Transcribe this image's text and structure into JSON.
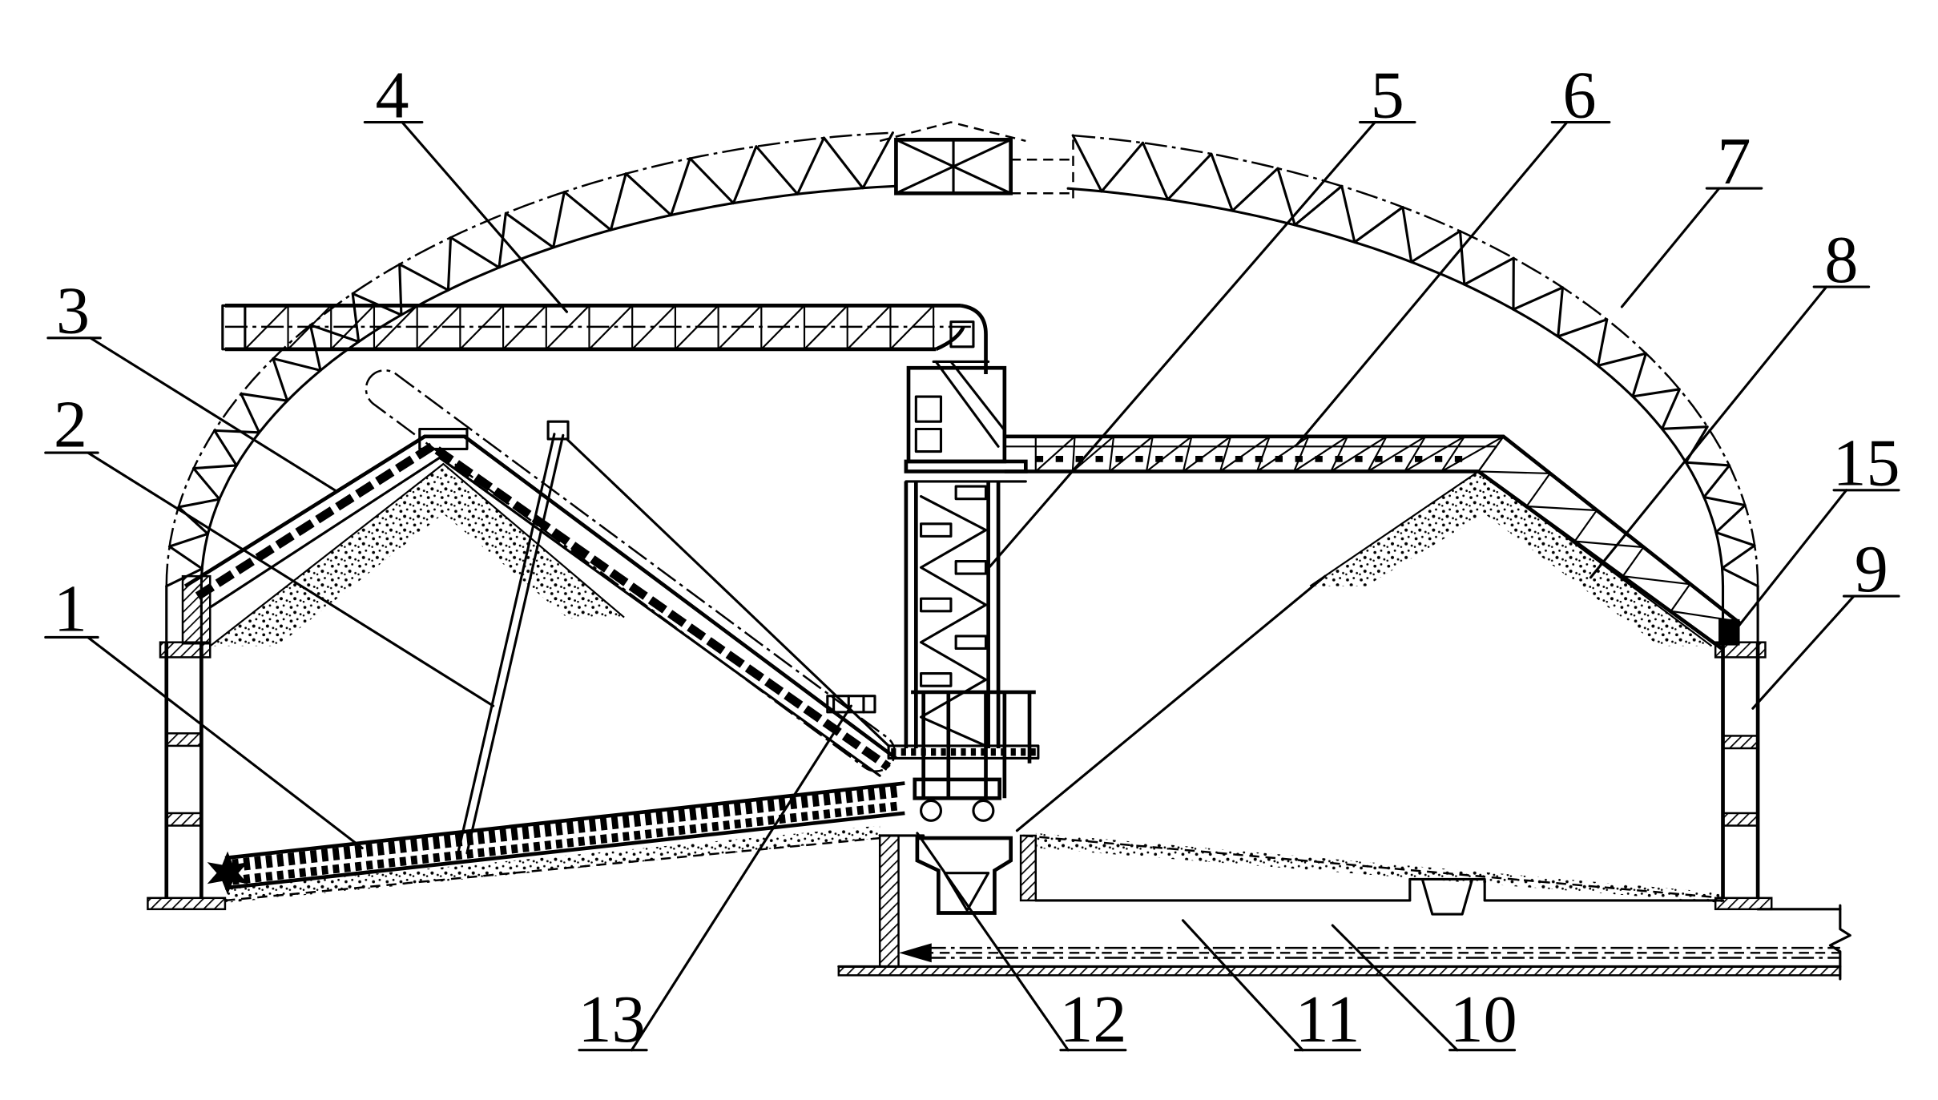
{
  "colors": {
    "ink": "#000000",
    "paper": "#ffffff"
  },
  "labels": {
    "n1": "1",
    "n2": "2",
    "n3": "3",
    "n4": "4",
    "n5": "5",
    "n6": "6",
    "n7": "7",
    "n8": "8",
    "n9": "9",
    "n10": "10",
    "n11": "11",
    "n12": "12",
    "n13": "13",
    "n15": "15"
  }
}
